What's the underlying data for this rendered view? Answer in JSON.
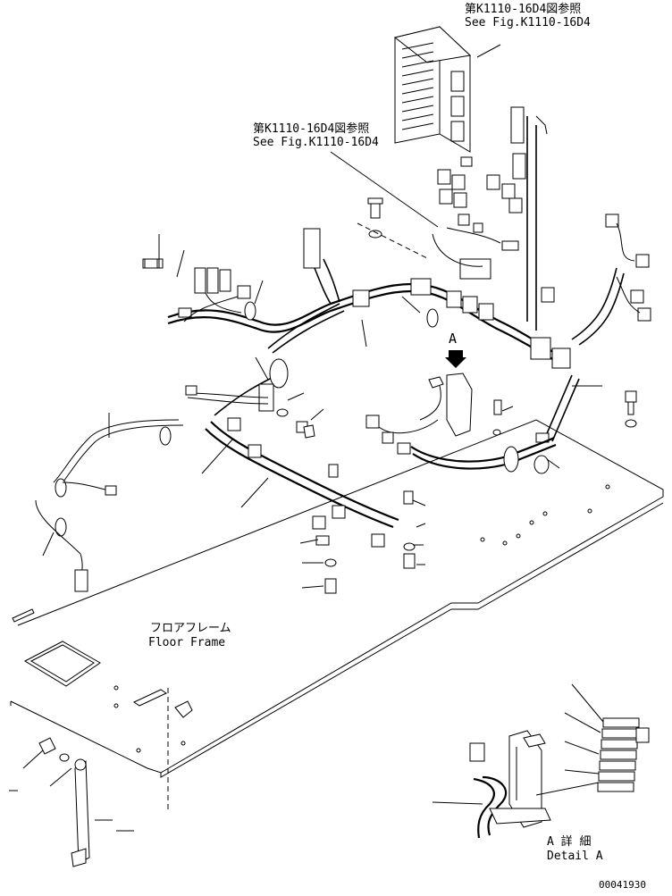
{
  "ref_top": {
    "line1": "第K1110-16D4図参照",
    "line2": "See Fig.K1110-16D4"
  },
  "ref_mid": {
    "line1": "第K1110-16D4図参照",
    "line2": "See Fig.K1110-16D4"
  },
  "view_marker": "A",
  "floor_frame": {
    "jp": "フロアフレーム",
    "en": "Floor Frame"
  },
  "detail_a": {
    "jp": "A 詳 細",
    "en": "Detail A"
  },
  "drawing_number": "00041930"
}
